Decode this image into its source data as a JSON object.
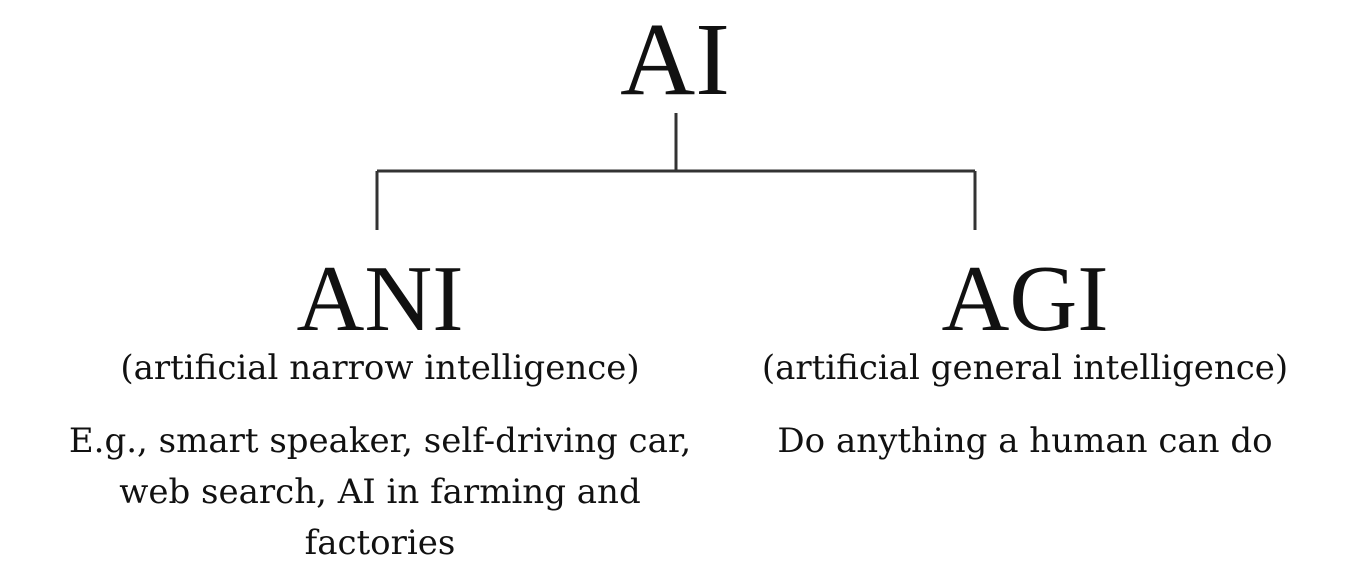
{
  "root": {
    "title": "AI"
  },
  "branches": {
    "left": {
      "title": "ANI",
      "subtitle": "(artificial narrow intelligence)",
      "description": "E.g., smart speaker, self-driving car, web search, AI in farming and factories"
    },
    "right": {
      "title": "AGI",
      "subtitle": "(artificial general intelligence)",
      "description": "Do anything a human can do"
    }
  },
  "colors": {
    "text": "#111111",
    "line": "#333333",
    "background": "#ffffff"
  }
}
